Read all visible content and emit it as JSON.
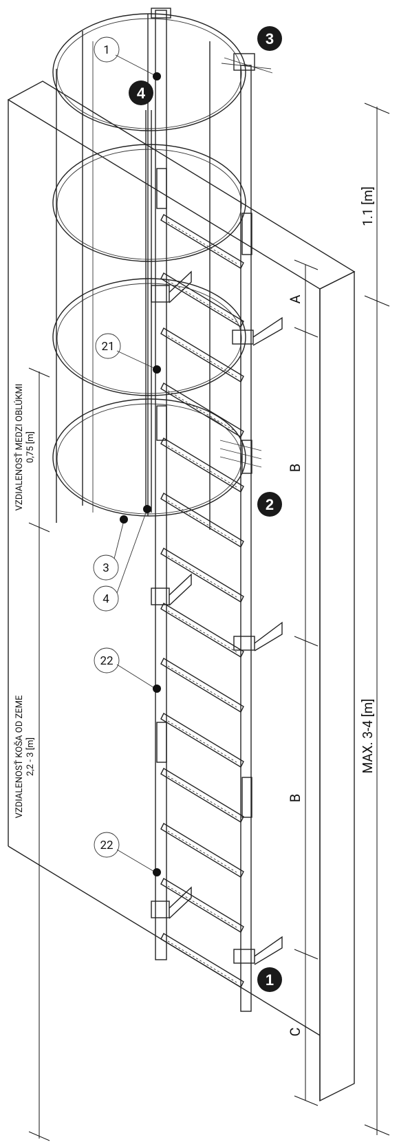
{
  "dimensions": {
    "top_height": "1.1 [m]",
    "max_height": "MAX. 3-4 [m]",
    "section_a": "A",
    "section_b1": "B",
    "section_b2": "B",
    "section_c": "C",
    "hoop_spacing_label": "VZDIALENOSŤ MEDZI OBLÚKMI",
    "hoop_spacing_value": "0,75 [m]",
    "cage_height_label": "VZDIALENOSŤ KOŠA OD ZEME",
    "cage_height_value": "2,2 - 3 [m]"
  },
  "callouts": {
    "c1": "1",
    "c21": "21",
    "c3": "3",
    "c4": "4",
    "c22a": "22",
    "c22b": "22"
  },
  "bubbles": {
    "b1": "1",
    "b2": "2",
    "b3": "3",
    "b4": "4"
  },
  "colors": {
    "line": "#222222",
    "bubble": "#1a1a1a"
  }
}
